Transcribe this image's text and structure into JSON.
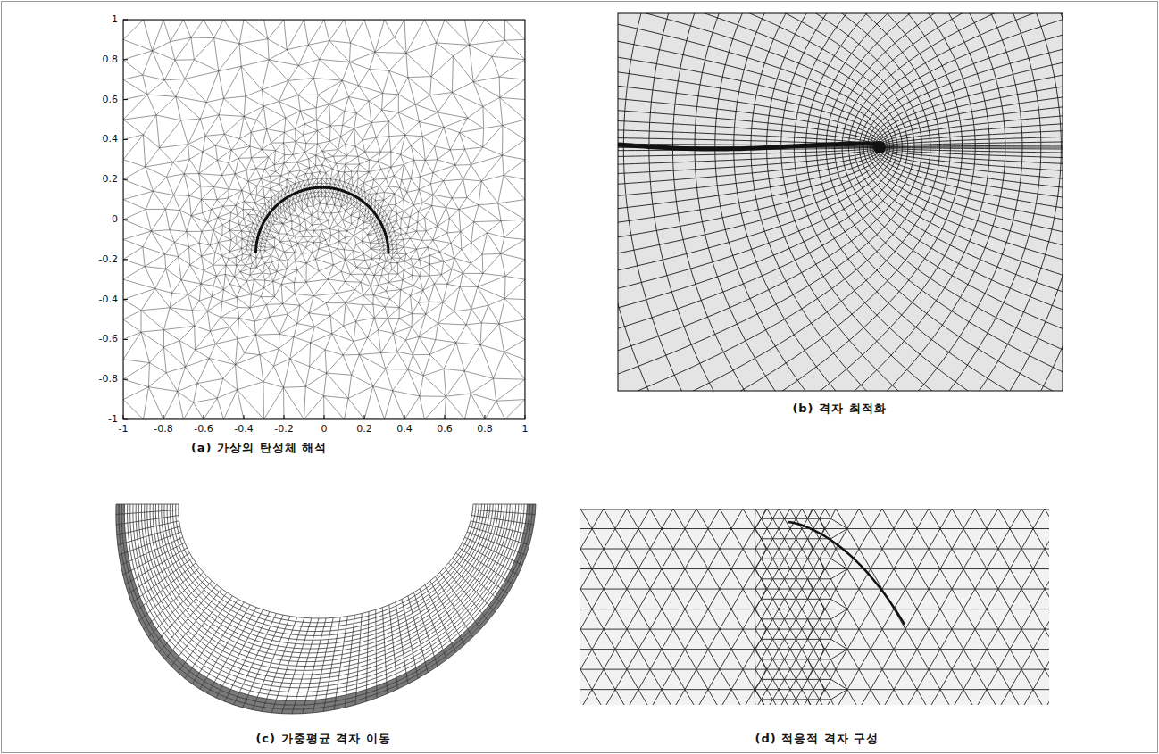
{
  "diagram": {
    "labels": [
      "1",
      "0.8",
      "0.6",
      "0.4",
      "0.2",
      "0",
      "-0.2",
      "-0.4",
      "-0.6",
      "-0.8",
      "-1",
      "-1",
      "-0.8",
      "-0.6",
      "-0.4",
      "-0.2",
      "0",
      "0.2",
      "0.4",
      "0.6",
      "0.8",
      "1",
      "(a) 가상의 탄성체 해석",
      "(b) 격자 최적화",
      "(c) 가중평균 격자 이동",
      "(d) 적응적 격자 구성"
    ]
  }
}
